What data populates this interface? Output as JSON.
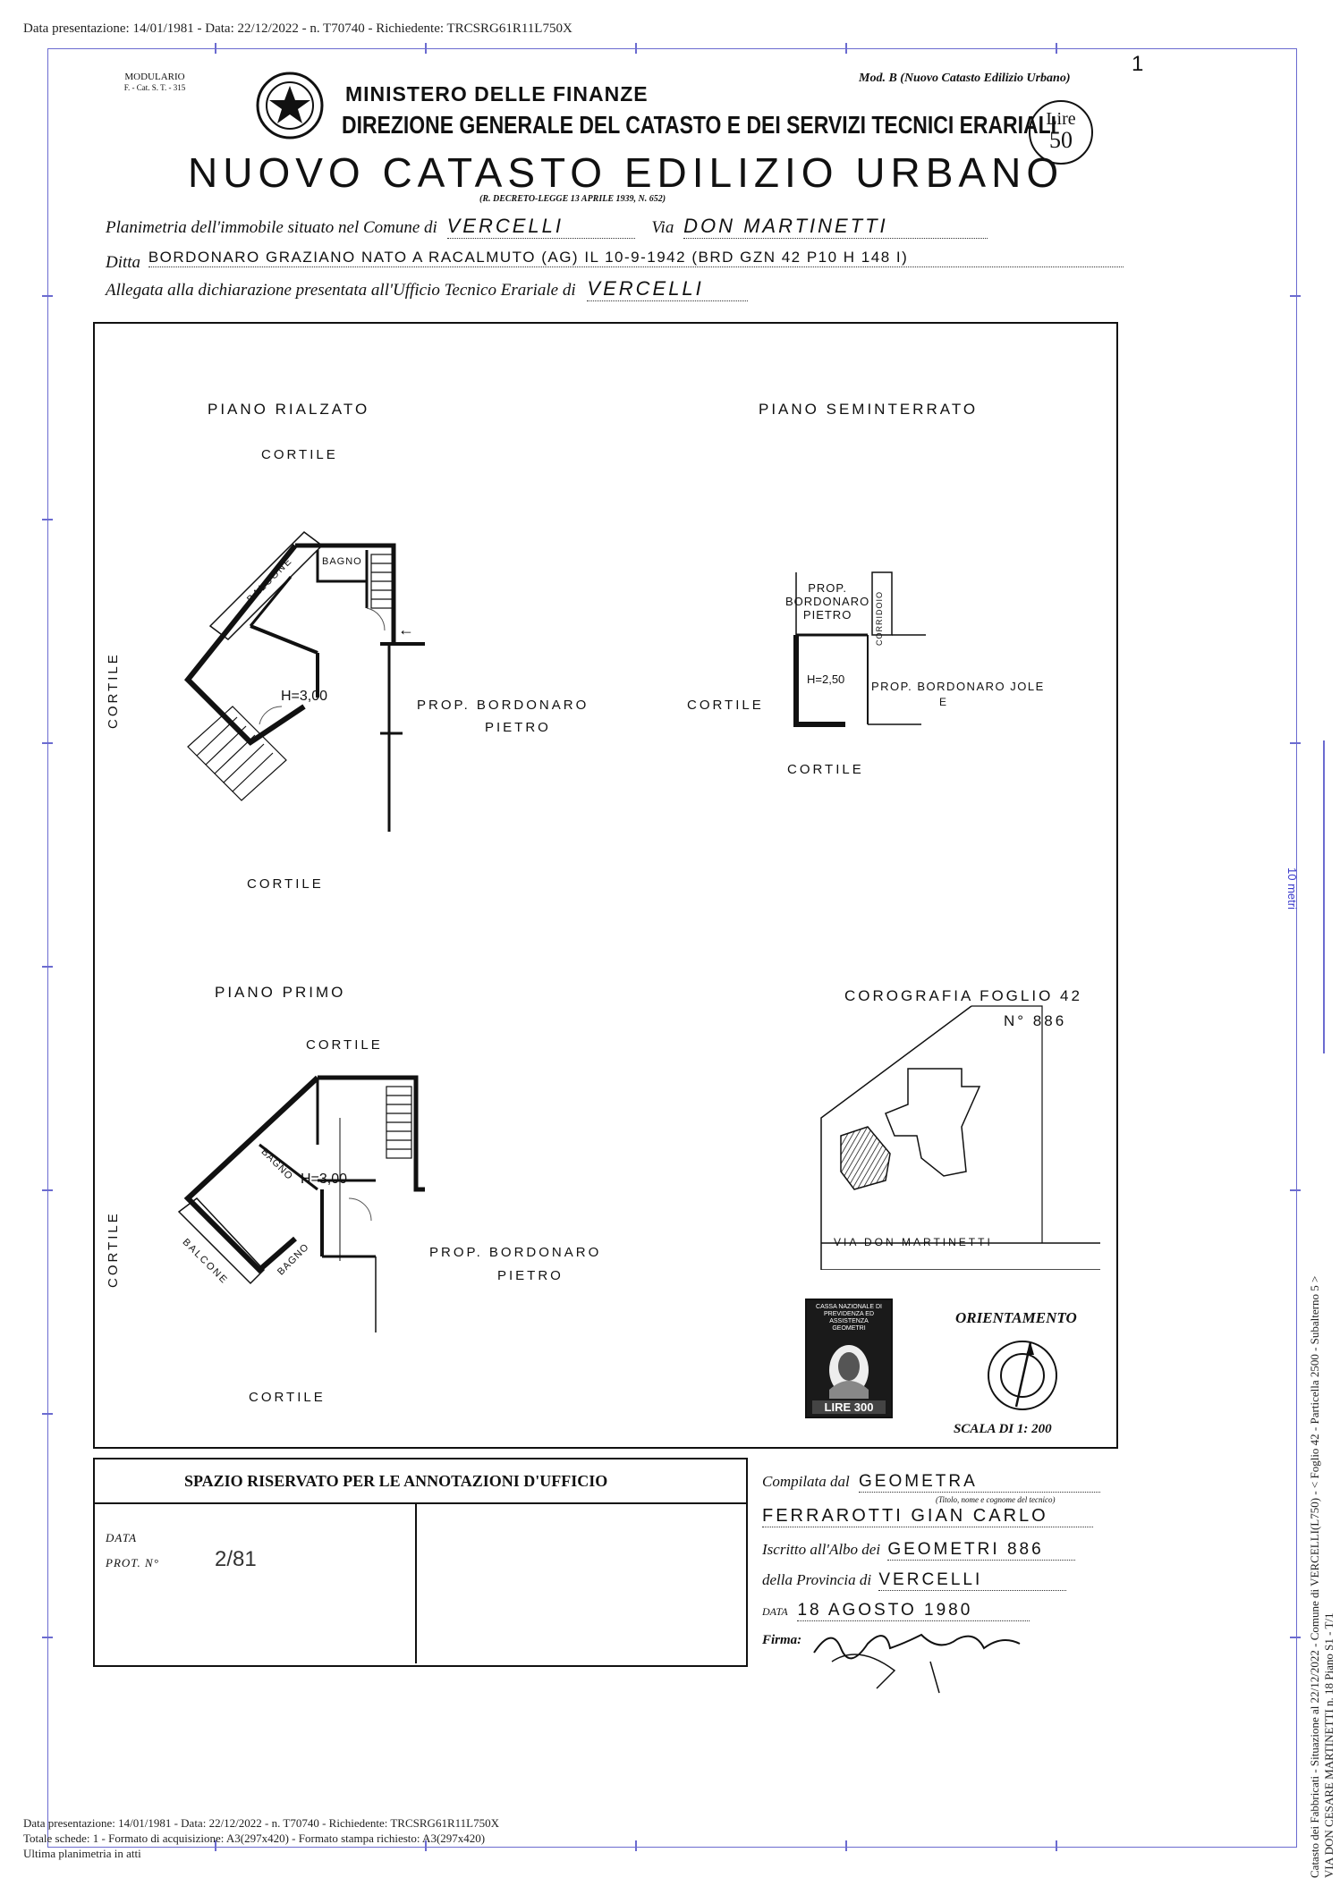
{
  "top_header": "Data presentazione: 14/01/1981 - Data: 22/12/2022 - n. T70740 - Richiedente: TRCSRG61R11L750X",
  "page_number": "1",
  "modulario": {
    "line1": "MODULARIO",
    "line2": "F. - Cat. S. T. - 315"
  },
  "mod_b": "Mod. B (Nuovo Catasto Edilizio Urbano)",
  "ministero": "MINISTERO DELLE FINANZE",
  "direzione": "DIREZIONE GENERALE DEL CATASTO E DEI SERVIZI TECNICI ERARIALI",
  "lire": {
    "label": "Lire",
    "value": "50"
  },
  "title": "NUOVO CATASTO EDILIZIO URBANO",
  "decreto": "(R. DECRETO-LEGGE 13 APRILE 1939, N. 652)",
  "form": {
    "line1_label": "Planimetria dell'immobile situato nel Comune di",
    "comune": "VERCELLI",
    "via_label": "Via",
    "via": "DON MARTINETTI",
    "ditta_label": "Ditta",
    "ditta": "BORDONARO GRAZIANO NATO A RACALMUTO (AG) IL 10-9-1942 (BRD GZN 42 P10 H 148 I)",
    "allegata_label": "Allegata alla dichiarazione presentata all'Ufficio Tecnico Erariale di",
    "ufficio": "VERCELLI"
  },
  "plans": {
    "rialzato": {
      "title": "PIANO RIALZATO",
      "cortile_top": "CORTILE",
      "cortile_left": "CORTILE",
      "cortile_bottom": "CORTILE",
      "balcone": "BALCONE",
      "bagno": "BAGNO",
      "height": "H=3,00",
      "prop": "PROP. BORDONARO",
      "prop2": "PIETRO"
    },
    "seminterrato": {
      "title": "PIANO SEMINTERRATO",
      "prop_top1": "PROP.",
      "prop_top2": "BORDONARO",
      "prop_top3": "PIETRO",
      "corridoio": "CORRIDOIO",
      "height": "H=2,50",
      "prop_right": "PROP. BORDONARO JOLE",
      "prop_right2": "E",
      "cortile_left": "CORTILE",
      "cortile_bottom": "CORTILE"
    },
    "primo": {
      "title": "PIANO PRIMO",
      "cortile_top": "CORTILE",
      "cortile_left": "CORTILE",
      "cortile_bottom": "CORTILE",
      "bagno1": "BAGNO",
      "bagno2": "BAGNO",
      "balcone": "BALCONE",
      "height": "H=3,00",
      "prop": "PROP. BORDONARO",
      "prop2": "PIETRO"
    },
    "corografia": {
      "title": "COROGRAFIA FOGLIO 42",
      "numero": "N° 886",
      "via": "VIA DON MARTINETTI"
    }
  },
  "orientamento": "ORIENTAMENTO",
  "scala": "SCALA DI 1: 200",
  "stamp": {
    "line1": "CASSA NAZIONALE DI",
    "line2": "PREVIDENZA ED ASSISTENZA",
    "line3": "GEOMETRI",
    "value": "LIRE 300"
  },
  "side_label": "10 metri",
  "annotazioni": {
    "title": "SPAZIO RISERVATO PER LE ANNOTAZIONI D'UFFICIO",
    "data_label": "DATA",
    "prot_label": "PROT. N°",
    "prot_value": "2/81"
  },
  "compilata": {
    "label": "Compilata dal",
    "titolo": "GEOMETRA",
    "note": "(Titolo, nome e cognome del tecnico)",
    "nome": "FERRAROTTI GIAN CARLO",
    "albo_label": "Iscritto all'Albo dei",
    "albo": "GEOMETRI 886",
    "provincia_label": "della Provincia di",
    "provincia": "VERCELLI",
    "data_label": "DATA",
    "data": "18 AGOSTO 1980",
    "firma_label": "Firma:"
  },
  "right_vertical": {
    "line1": "Catasto dei Fabbricati - Situazione al 22/12/2022 - Comune di VERCELLI(L750) - < Foglio 42 - Particella 2500 - Subalterno 5 >",
    "line2": "VIA DON CESARE MARTINETTI n. 18 Piano S1 - T/1"
  },
  "footer": {
    "line1": "Data presentazione: 14/01/1981 - Data: 22/12/2022 - n. T70740 - Richiedente: TRCSRG61R11L750X",
    "line2": "Totale schede: 1 - Formato di acquisizione: A3(297x420) - Formato stampa richiesto: A3(297x420)",
    "line3": "Ultima planimetria in atti"
  }
}
